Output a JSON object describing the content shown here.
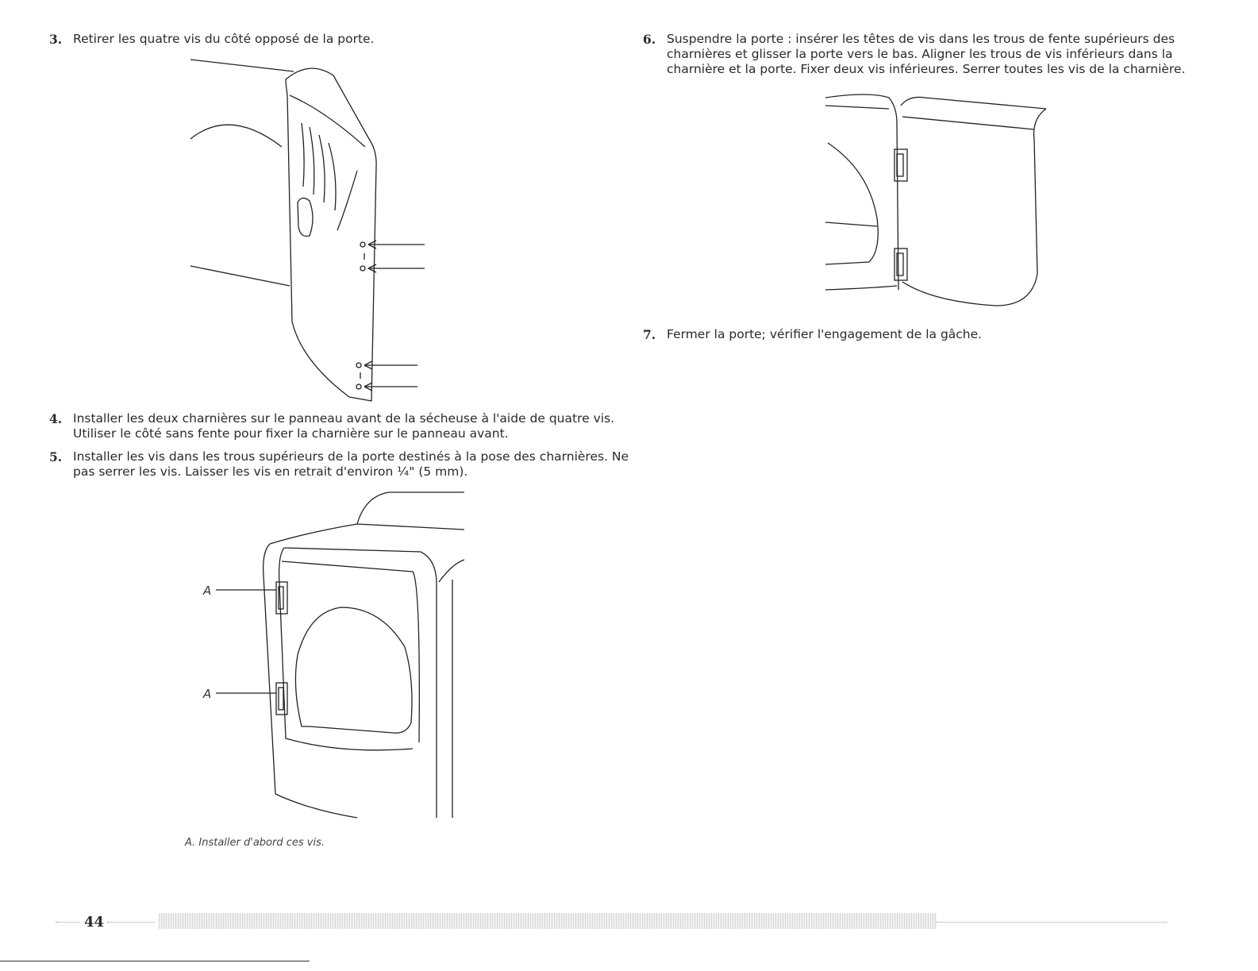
{
  "steps": [
    {
      "num": "3.",
      "text": "Retirer les quatre vis du côté opposé de la porte."
    },
    {
      "num": "4.",
      "text": "Installer les deux charnières sur le panneau avant de la sécheuse à l'aide de quatre vis.\nUtiliser le côté sans fente pour fixer la charnière sur le panneau avant."
    },
    {
      "num": "5.",
      "text": "Installer les vis dans les trous supérieurs de la porte destinés à la pose des charnières. Ne\npas serrer les vis. Laisser les vis en retrait d'environ ¼\" (5 mm)."
    },
    {
      "num": "6.",
      "text": "Suspendre la porte : insérer les têtes de vis dans les trous de fente supérieurs des\ncharnières et glisser la porte vers le bas. Aligner les trous de vis inférieurs dans la\ncharnière et la porte. Fixer deux vis inférieures. Serrer toutes les vis de la charnière."
    },
    {
      "num": "7.",
      "text": "Fermer la porte; vérifier l'engagement de la gâche."
    }
  ],
  "figure_labels": {
    "hinge_a": "A"
  },
  "caption": "A. Installer d'abord ces vis.",
  "page_number": "44"
}
